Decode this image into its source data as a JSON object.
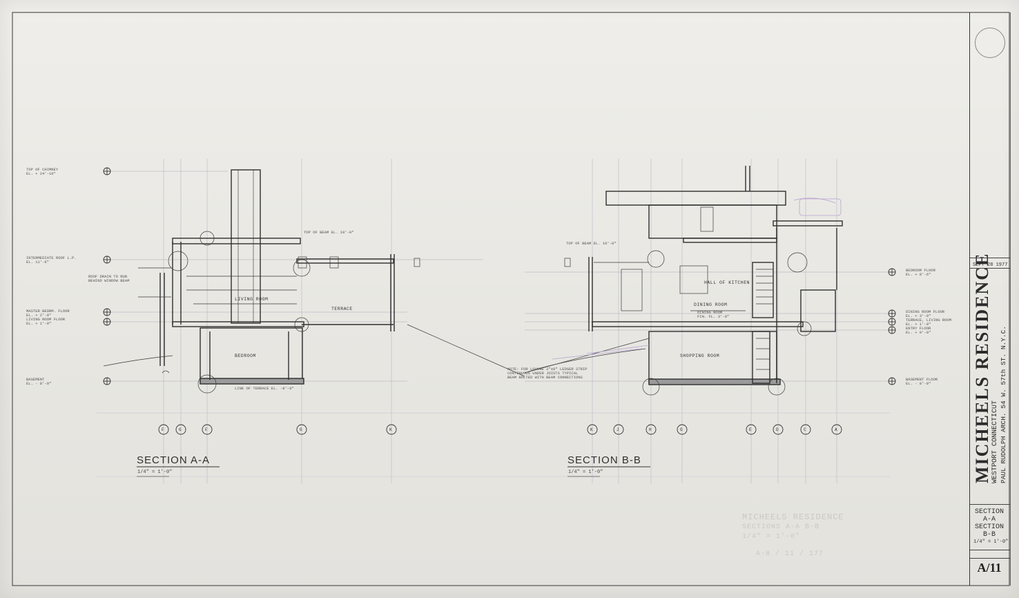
{
  "sheet": {
    "project": "MICHEELS RESIDENCE",
    "location": "WESTPORT   CONNECTICUT",
    "architect": "PAUL RUDOLPH  ARCH.   54 W. 57th ST.  N.Y.C.",
    "date": "SEPT 28 1977",
    "drawing_title_lines": [
      "SECTION",
      "A-A",
      "SECTION",
      "B-B"
    ],
    "scale": "1/4\" = 1'-0\"",
    "sheet_number": "A/11"
  },
  "section_aa": {
    "title": "SECTION  A-A",
    "scale": "1/4\" = 1'-0\"",
    "grid_tags": [
      "F",
      "G",
      "F",
      "G",
      "K"
    ],
    "rooms": [
      "LIVING ROOM",
      "TERRACE",
      "BEDROOM"
    ],
    "level_notes": [
      "TOP OF CHIMNEY\nEL. + 24'-10\"",
      "INTERMEDIATE ROOF L.P.\nEL. 11'-6\"",
      "MASTER BEDRM. FLOOR\nEL. + 2'-0\"\nLIVING ROOM FLOOR\nEL. + 1'-0\"",
      "BASEMENT\nEL. - 8'-0\""
    ],
    "misc_notes": [
      "TOP OF BEAM EL. 10'-0\"",
      "LINE OF TERRACE EL. -8'-0\"",
      "ROOF DRAIN TO RUN\nBEHIND WINDOW BEAM"
    ]
  },
  "section_bb": {
    "title": "SECTION  B-B",
    "scale": "1/4\" = 1'-0\"",
    "grid_tags": [
      "K",
      "J",
      "H",
      "G",
      "E",
      "D",
      "C",
      "A"
    ],
    "rooms": [
      "DINING ROOM",
      "SHOPPING ROOM",
      "HALL OF KITCHEN"
    ],
    "level_notes": [
      "BEDROOM FLOOR\nEL. + 8'-6\"",
      "DINING ROOM FLOOR\nEL. + 3'-0\"\nTERRACE, LIVING ROOM\nEL. + 1'-0\"\nENTRY FLOOR\nEL. + 0'-0\"",
      "BASEMENT FLOOR\nEL. - 8'-0\""
    ],
    "misc_notes": [
      "TOP OF BEAM EL. 10'-0\"",
      "NOTE: FOR LOUVRE 2\"x8\" LEDGER STRIP\nCONTINUOUS UNDER JOISTS TYPICAL\nBEAM BOLTED WITH BEAM CONNECTIONS",
      "DINING ROOM\nFIN. FL. 3'-0\""
    ]
  },
  "faded_stamp": [
    "MICHEELS RESIDENCE",
    "SECTIONS   A-A  B-B",
    "1/4\" = 1'-0\"",
    "A-8 / 11 / 177"
  ]
}
